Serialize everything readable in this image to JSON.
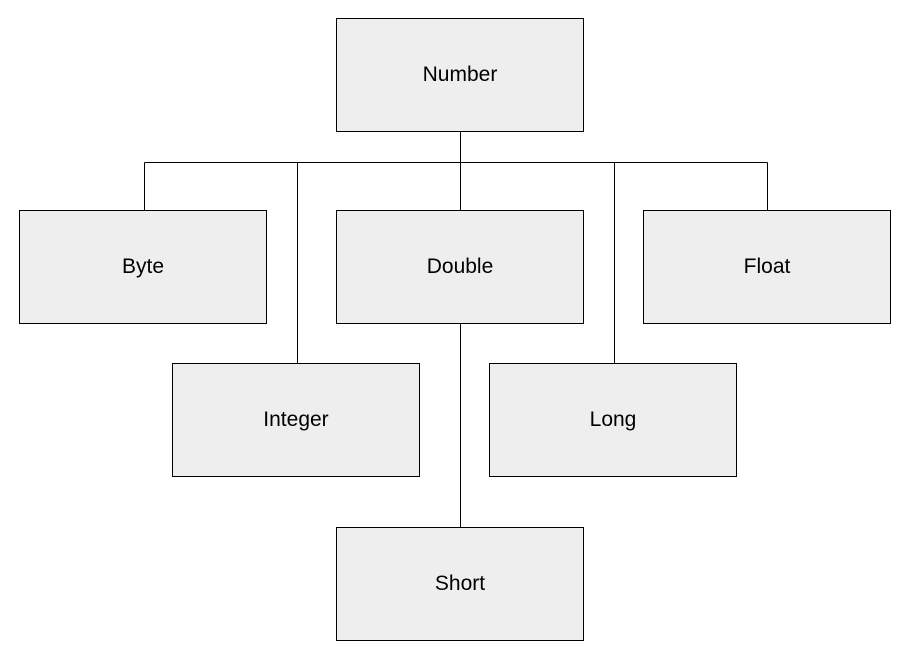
{
  "nodes": {
    "number": "Number",
    "byte": "Byte",
    "double": "Double",
    "float": "Float",
    "integer": "Integer",
    "long": "Long",
    "short": "Short"
  },
  "colors": {
    "node_fill": "#eeeeee",
    "stroke": "#000000"
  }
}
